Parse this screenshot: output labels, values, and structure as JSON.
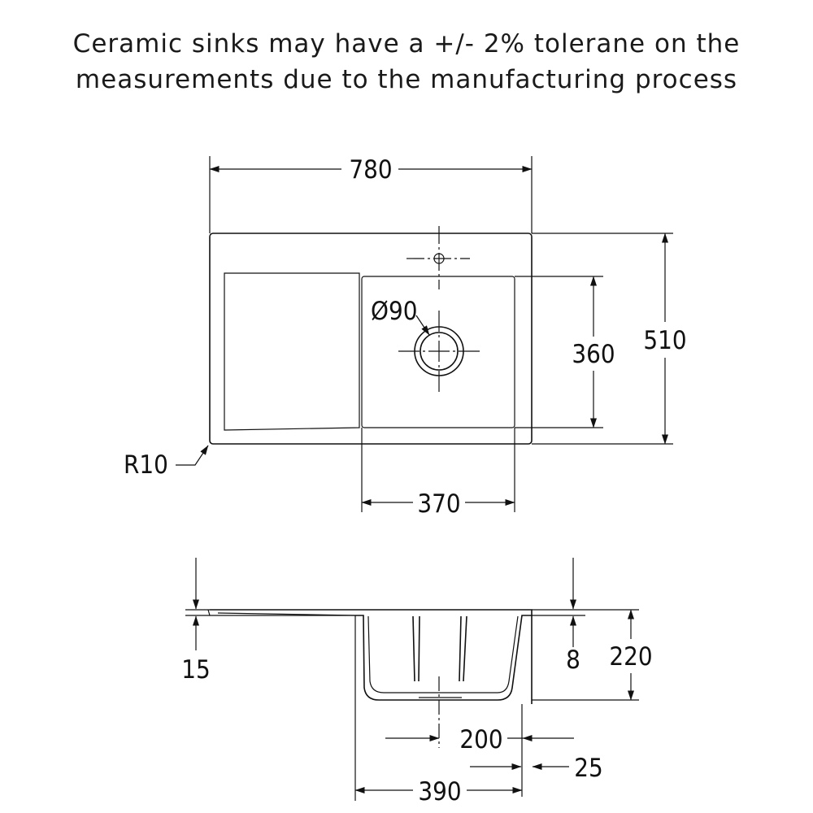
{
  "note": {
    "line1": "Ceramic sinks may have a +/- 2% tolerane on the",
    "line2": "measurements due to the manufacturing process"
  },
  "dimensions": {
    "overall_width": "780",
    "overall_depth": "510",
    "bowl_depth": "360",
    "bowl_width": "370",
    "drain_diameter": "Ø90",
    "corner_radius": "R10",
    "rim_thickness": "15",
    "overflow_offset": "8",
    "sink_height": "220",
    "drain_offset": "200",
    "edge_offset": "25",
    "bowl_outer_width": "390"
  },
  "colors": {
    "line": "#111111",
    "background": "#ffffff"
  }
}
